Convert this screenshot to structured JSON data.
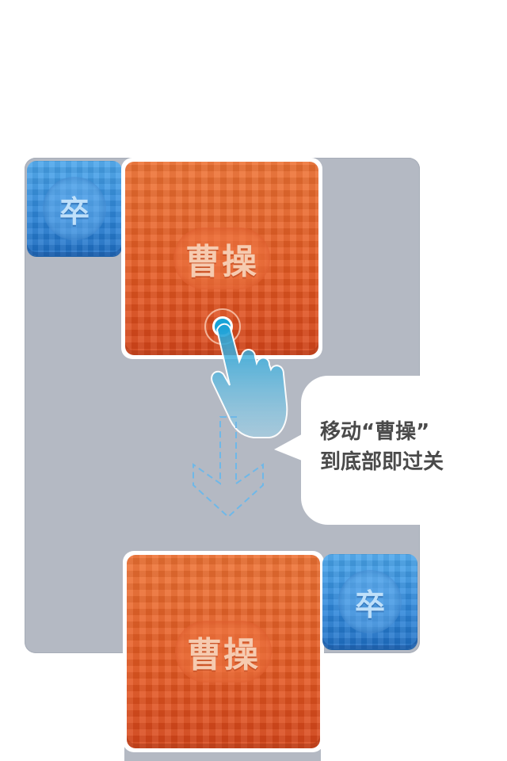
{
  "board": {
    "pieces": [
      {
        "role": "soldier",
        "label": "卒",
        "color": "#2d86da"
      },
      {
        "role": "cao-cao",
        "label": "曹操",
        "color": "#e65a22"
      }
    ],
    "goal_preview": [
      {
        "role": "cao-cao",
        "label": "曹操",
        "color": "#e65a22"
      },
      {
        "role": "soldier",
        "label": "卒",
        "color": "#2d86da"
      }
    ]
  },
  "hint": {
    "line1": "移动“曹操”",
    "line2": "到底部即过关",
    "gesture_icon": "pointing-hand-icon",
    "direction_icon": "dashed-down-arrow-icon"
  },
  "colors": {
    "board": "#b4b9c3",
    "accent_touch": "#17a3d8"
  }
}
